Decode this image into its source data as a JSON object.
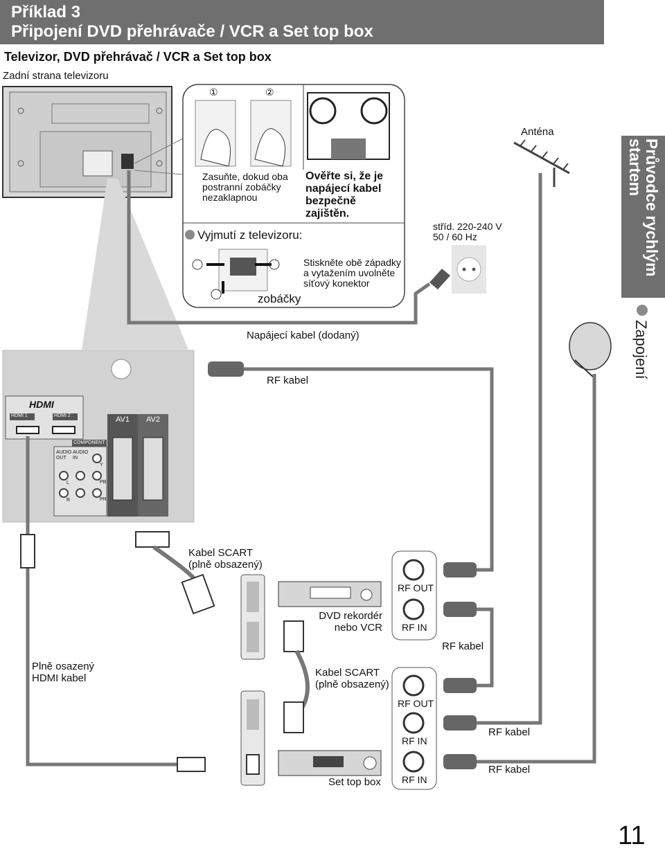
{
  "header": {
    "line1": "Příklad 3",
    "line2": "Připojení DVD přehrávače / VCR a Set top box"
  },
  "subtitle": "Televizor, DVD přehrávač / VCR a Set top box",
  "subnote": "Zadní strana televizoru",
  "plug_steps": {
    "step1": "①",
    "step2": "②",
    "insert_note": "Zasuňte, dokud oba postranní zobáčky nezaklapnou",
    "verify_note": "Ověřte si, že je napájecí kabel bezpečně zajištěn.",
    "remove_title": "Vyjmutí z televizoru:",
    "remove_note": "Stiskněte obě západky a vytažením uvolněte síťový konektor",
    "hooks": "zobáčky"
  },
  "power": {
    "outlet_label": "stříd. 220-240 V 50 / 60 Hz",
    "cable_label": "Napájecí kabel (dodaný)"
  },
  "antenna_label": "Anténa",
  "tv_panel": {
    "hdmi_logo": "HDMI",
    "hdmi1": "HDMI 1",
    "hdmi2": "HDMI 2",
    "component": "COMPONENT",
    "audio_out": "AUDIO OUT",
    "audio_in": "AUDIO IN",
    "av1": "AV1",
    "av2": "AV2",
    "y": "Y",
    "pb": "PB",
    "pr": "PR",
    "l": "L",
    "r": "R"
  },
  "cables": {
    "rf_cable": "RF kabel",
    "scart1": "Kabel SCART (plně obsazený)",
    "scart2": "Kabel SCART (plně obsazený)",
    "hdmi": "Plně osazený HDMI kabel"
  },
  "devices": {
    "dvd": "DVD rekordér nebo VCR",
    "stb": "Set top box",
    "rf_out": "RF OUT",
    "rf_in": "RF IN"
  },
  "side_tab": {
    "title": "Průvodce rychlým startem",
    "sub": "Zapojení"
  },
  "page_number": "11"
}
